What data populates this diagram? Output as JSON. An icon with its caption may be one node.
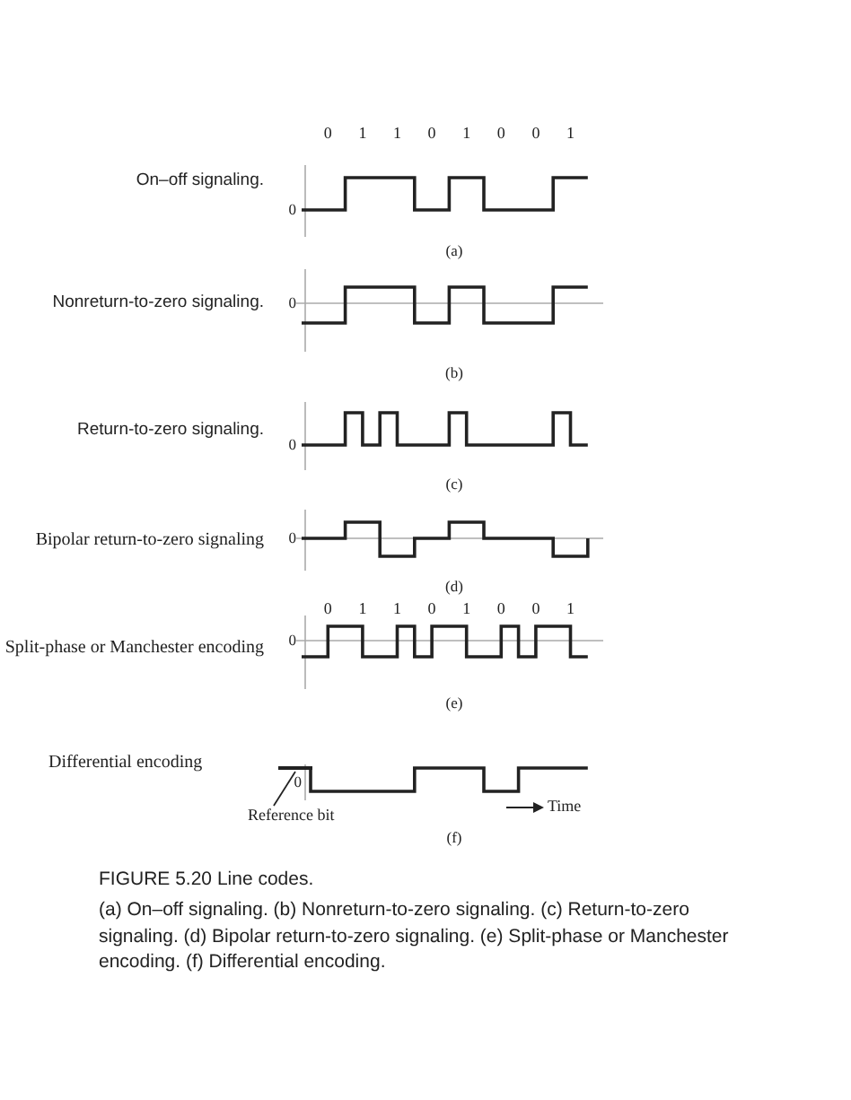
{
  "diagram": {
    "caption": "FIGURE 5.20 Line codes.",
    "nodes": [
      {
        "text": [
          "Reference bit"
        ]
      },
      {
        "text": [],
        "shape": "bar"
      }
    ],
    "edges": [
      {
        "from": 0,
        "to": 1,
        "arrow": "none"
      }
    ],
    "labels": [
      "0",
      "1",
      "1",
      "0",
      "1",
      "0",
      "0",
      "1",
      "On–off signaling.",
      "0",
      "(a)",
      "Nonreturn-to-zero signaling.",
      "0",
      "(b)",
      "Return-to-zero signaling.",
      "0",
      "(c)",
      "Bipolar return-to-zero signaling",
      "0",
      "(d)",
      "0",
      "1",
      "1",
      "0",
      "1",
      "0",
      "0",
      "1",
      "Split-phase or Manchester encoding",
      "0",
      "(e)",
      "Differential encoding",
      "0",
      "Time",
      "(f)",
      "(a) On–off signaling. (b) Nonreturn-to-zero signaling. (c) Return-to-zero signaling. (d) Bipolar return-to-zero signaling. (e) Split-phase or Manchester encoding. (f) Differential encoding."
    ]
  }
}
